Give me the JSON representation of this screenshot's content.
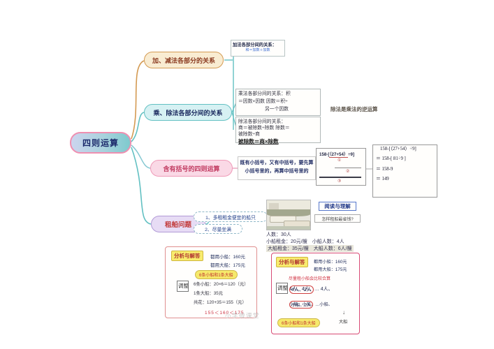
{
  "root": {
    "label": "四则运算"
  },
  "branch_add_sub": {
    "label": "加、减法各部分的关系",
    "note_title": "加法各部分间的关系：",
    "note_formula": "和＝加数＋加数"
  },
  "branch_mul_div": {
    "label": "乘、除法各部分间的关系",
    "mul_note": {
      "l1": "乘法各部分间的关系：积",
      "l2": "＝因数×因数 因数＝积÷",
      "l3": "另一个因数"
    },
    "div_note": {
      "l1": "除法各部分间的关系：",
      "l2": "商＝被除数÷除数 除数＝",
      "l3": "被除数÷商",
      "l4": "被除数＝商×除数"
    },
    "side_note": "除法是乘法的逆运算"
  },
  "branch_brackets": {
    "label": "含有括号的四则运算",
    "desc_l1": "既有小括号，又有中括号，要先算",
    "desc_l2": "小括号里的，再算中括号里的",
    "steps": {
      "expr_pre": "158-[",
      "expr_mid": "（27+54）",
      "expr_post": "÷9]",
      "m1": "①",
      "m2": "②",
      "m3": "③"
    },
    "solution": {
      "l1": "158-[（27+54）÷9]",
      "l2": "＝ 158-[ 81÷9 ]",
      "l3": "＝ 158-9",
      "l4": "＝ 149"
    }
  },
  "branch_boat": {
    "label": "租船问题",
    "tips": [
      "1、多租租金便宜的船只",
      "2、尽量坐满"
    ],
    "reading": {
      "title": "阅读与理解",
      "question": "怎样租船最省钱?"
    },
    "info": [
      "人数：30人",
      "小船租金：20元/艘　小船人数：4人",
      "大船租金：35元/艘　大船人数：6人/艘"
    ],
    "analysis_left": {
      "title": "分析与解答",
      "all_small": "都用小船：160元",
      "all_big": "都用大船：175元",
      "highlight": "6条小船和1条大船",
      "adjust": "调整",
      "calc": [
        "6条小船：20×6＝120（元）",
        "1条大船：35元",
        "共花：120+35＝155（元）"
      ],
      "compare": "155＜160＜175"
    },
    "analysis_right": {
      "title": "分析与解答",
      "all_small": "都用小船：160元",
      "all_big": "都用大船：175元",
      "note": "尽量租小船会比较合算",
      "adjust": "调整",
      "row_people": "4人、4人、… 4人、",
      "row_people_circled": "4人、2人",
      "row_boats": "小船、小船、…小船、",
      "row_boats_circled": "小船、2人",
      "arrow_icon": "↓",
      "arrow_label": "大船",
      "highlight": "6条小船和1条大船"
    }
  },
  "watermark": "小学微课堂",
  "colors": {
    "branch_add_sub": "#d49a52",
    "branch_mul_div": "#62c0c2",
    "branch_brackets": "#ef9ab8",
    "branch_boat": "#b19ad6",
    "root_border": "#ef8fb0",
    "highlight_yellow": "#f6e96b"
  }
}
